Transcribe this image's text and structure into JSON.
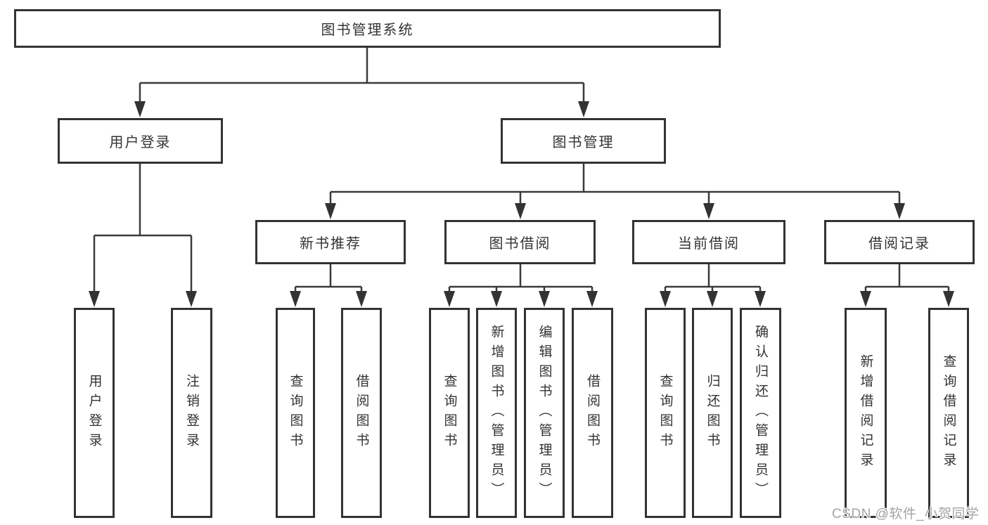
{
  "tree": {
    "root": {
      "label": "图书管理系统"
    },
    "branches": [
      {
        "label": "用户登录",
        "children": [
          {
            "label": "用户登录"
          },
          {
            "label": "注销登录"
          }
        ]
      },
      {
        "label": "图书管理",
        "children": [
          {
            "label": "新书推荐",
            "children": [
              {
                "label": "查询图书"
              },
              {
                "label": "借阅图书"
              }
            ]
          },
          {
            "label": "图书借阅",
            "children": [
              {
                "label": "查询图书"
              },
              {
                "label": "新增图书（管理员）"
              },
              {
                "label": "编辑图书（管理员）"
              },
              {
                "label": "借阅图书"
              }
            ]
          },
          {
            "label": "当前借阅",
            "children": [
              {
                "label": "查询图书"
              },
              {
                "label": "归还图书"
              },
              {
                "label": "确认归还（管理员）"
              }
            ]
          },
          {
            "label": "借阅记录",
            "children": [
              {
                "label": "新增借阅记录"
              },
              {
                "label": "查询借阅记录"
              }
            ]
          }
        ]
      }
    ]
  },
  "watermark": {
    "text": "CSDN @软件_小贺同学"
  },
  "colors": {
    "line": "#3a3a3a",
    "box_border": "#333333",
    "box_fill": "#ffffff",
    "text": "#333333",
    "watermark": "#a4a4a4",
    "background": "#ffffff"
  }
}
